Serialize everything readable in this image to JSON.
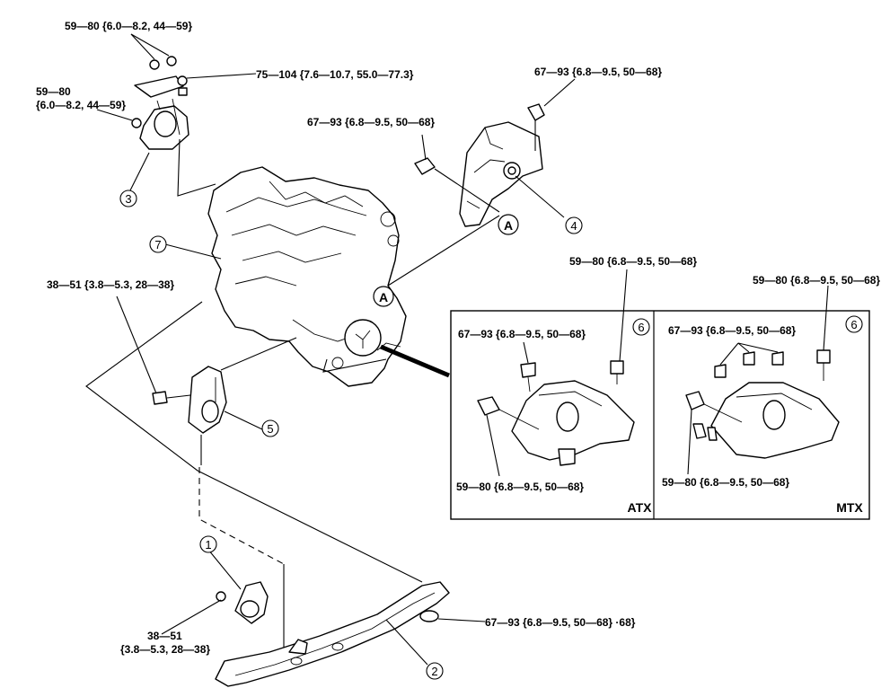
{
  "torque_labels": {
    "t1": "59—80 {6.0—8.2, 44—59}",
    "t2": "75—104 {7.6—10.7, 55.0—77.3}",
    "t3_line1": "59—80",
    "t3_line2": "{6.0—8.2, 44—59}",
    "t4": "67—93 {6.8—9.5, 50—68}",
    "t5": "67—93 {6.8—9.5, 50—68}",
    "t6": "59—80 {6.8—9.5, 50—68}",
    "t7": "59—80 {6.8—9.5, 50—68}",
    "t8": "38—51 {3.8—5.3, 28—38}",
    "t9": "67—93 {6.8—9.5, 50—68}",
    "t10": "59—80 {6.8—9.5, 50—68}",
    "t11": "67—93 {6.8—9.5, 50—68}",
    "t12": "59—80 {6.8—9.5, 50—68}",
    "t13_line1": "38—51",
    "t13_line2": "{3.8—5.3, 28—38}",
    "t14": "67—93 {6.8—9.5, 50—68} ·68}"
  },
  "callouts": {
    "c1": "1",
    "c2": "2",
    "c3": "3",
    "c4": "4",
    "c5": "5",
    "c6a": "6",
    "c6b": "6",
    "c7": "7",
    "refA1": "A",
    "refA2": "A"
  },
  "panels": {
    "atx": "ATX",
    "mtx": "MTX"
  }
}
